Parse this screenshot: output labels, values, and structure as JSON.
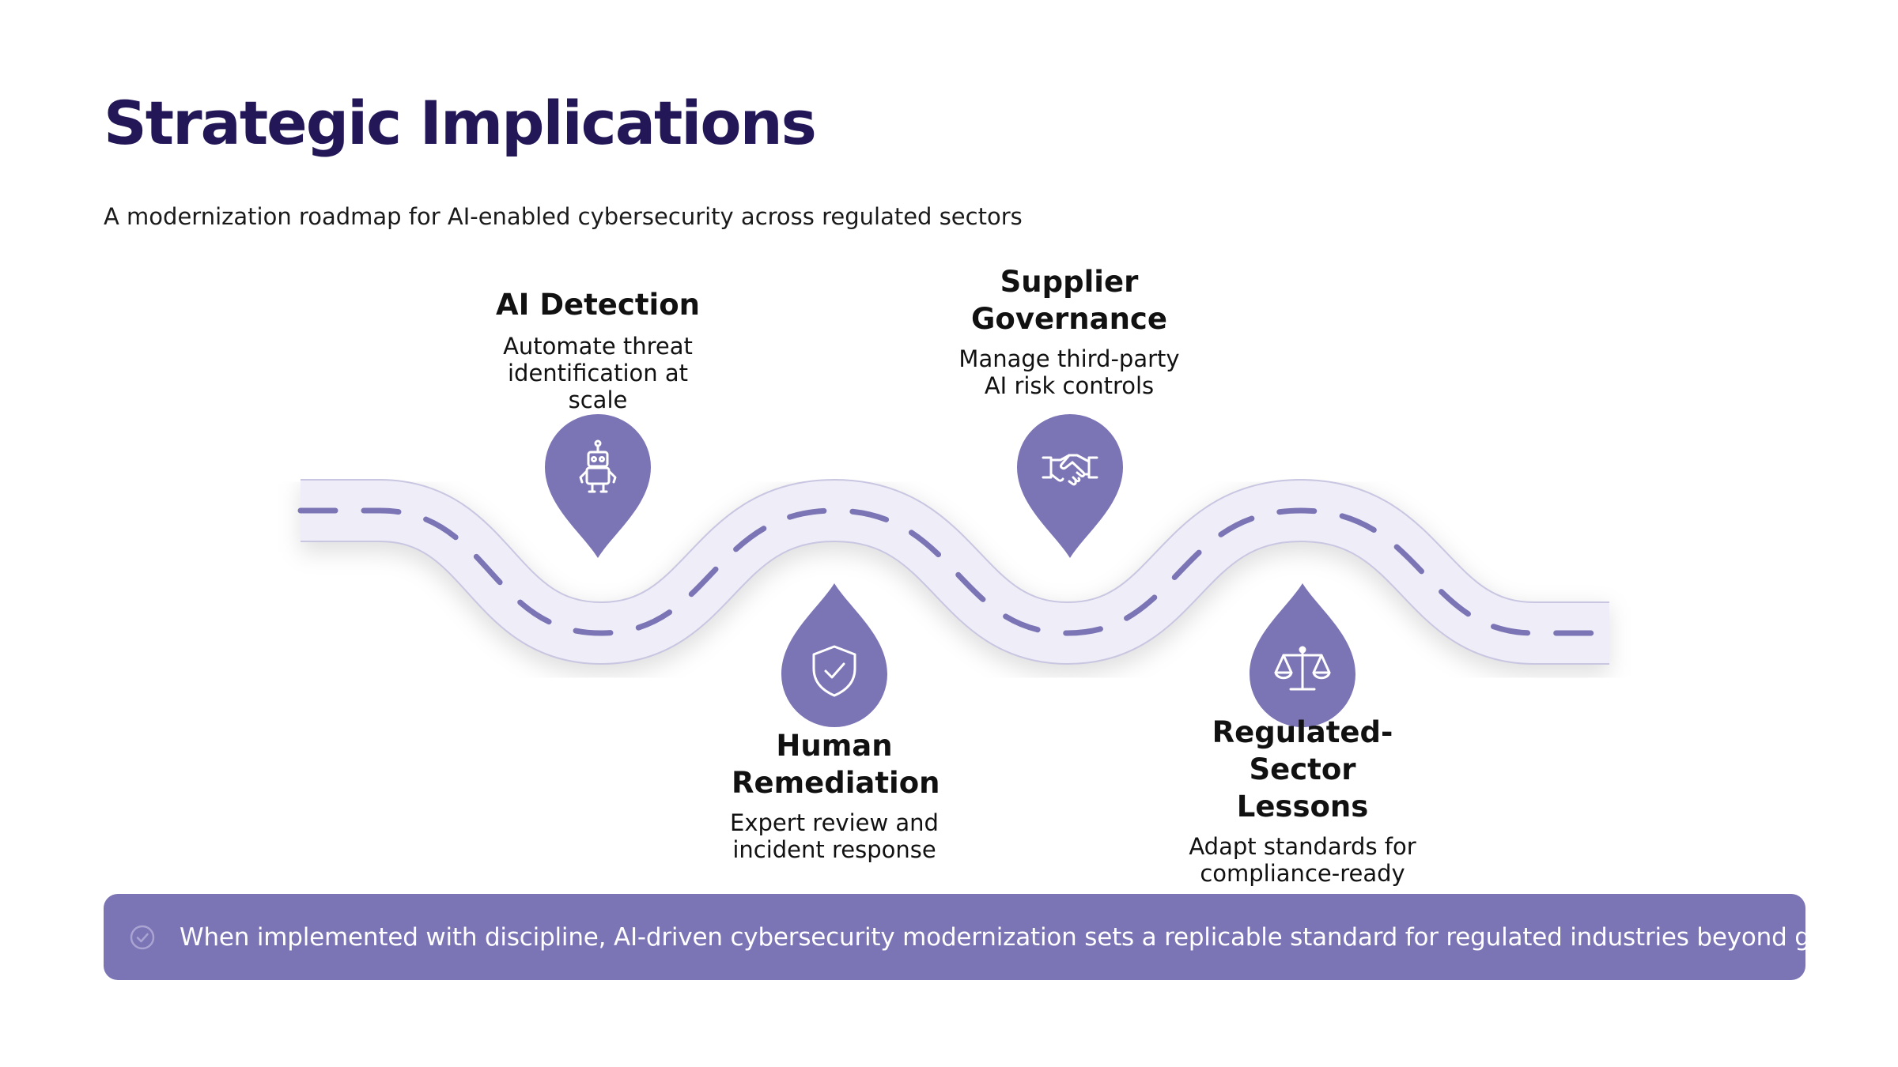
{
  "slide": {
    "title": "Strategic Implications",
    "subtitle": "A modernization roadmap for AI-enabled cybersecurity across regulated sectors"
  },
  "roadmap": {
    "steps": [
      {
        "title": "AI Detection",
        "description": "Automate threat identification at scale",
        "icon": "robot-icon",
        "position": "above"
      },
      {
        "title": "Human Remediation",
        "description": "Expert review and incident response",
        "icon": "shield-check-icon",
        "position": "below"
      },
      {
        "title": "Supplier Governance",
        "description": "Manage third-party AI risk controls",
        "icon": "handshake-icon",
        "position": "above"
      },
      {
        "title": "Regulated-Sector Lessons",
        "description": "Adapt standards for compliance-ready use",
        "icon": "scales-icon",
        "position": "below"
      }
    ]
  },
  "banner": {
    "text": "When implemented with discipline, AI-driven cybersecurity modernization sets a replicable standard for regulated industries beyond government.",
    "icon": "check-circle-icon"
  },
  "colors": {
    "title": "#231758",
    "accent": "#7b74b5",
    "road": "#efeef8",
    "road_edge": "#c9c6e2",
    "dash": "#7b74b5"
  }
}
